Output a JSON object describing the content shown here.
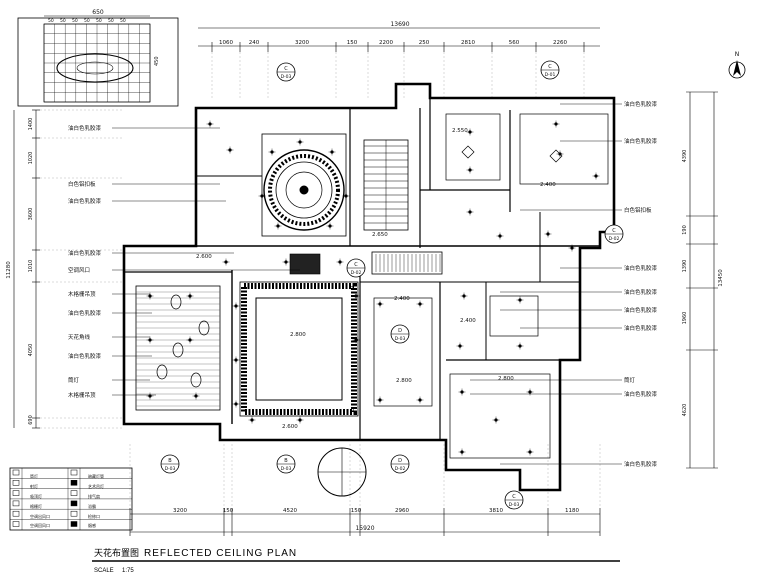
{
  "drawing": {
    "title_cn": "天花布置图",
    "title_en": "REFLECTED CEILING PLAN",
    "scale_label": "SCALE",
    "scale_value": "1:75",
    "north": "N"
  },
  "dimensions": {
    "top_total": "13690",
    "top_segments": [
      "1060",
      "240",
      "3200",
      "150",
      "2200",
      "250",
      "2810",
      "560",
      "2260"
    ],
    "bottom_total": "15920",
    "bottom_segments": [
      "3200",
      "150",
      "4520",
      "150",
      "2960",
      "3810",
      "1180"
    ],
    "left_total": "11280",
    "left_segments": [
      "1400",
      "1020",
      "3600",
      "1010",
      "4050",
      "690"
    ],
    "right_total": "13450",
    "right_segments": [
      "4390",
      "190",
      "1390",
      "1960",
      "4620"
    ]
  },
  "keyplan": {
    "width_label": "650",
    "height_label": "450",
    "grid_labels": [
      "50",
      "50",
      "50",
      "50",
      "50",
      "50",
      "50"
    ]
  },
  "left_notes": [
    "油白色乳胶漆",
    "白色铝扣板",
    "油白色乳胶漆",
    "油白色乳胶漆",
    "空调风口",
    "木格栅吊顶",
    "油白色乳胶漆",
    "天花角线",
    "油白色乳胶漆",
    "筒灯",
    "木格栅吊顶"
  ],
  "right_notes": [
    "油白色乳胶漆",
    "油白色乳胶漆",
    "白色铝扣板",
    "油白色乳胶漆",
    "油白色乳胶漆",
    "油白色乳胶漆",
    "油白色乳胶漆",
    "筒灯",
    "油白色乳胶漆",
    "油白色乳胶漆"
  ],
  "heights": [
    "2.550",
    "2.650",
    "2.400",
    "2.600",
    "2.400",
    "2.800",
    "2.400",
    "2.800",
    "2.600",
    "2.800"
  ],
  "callouts": [
    {
      "top": "C",
      "bottom": "D-03"
    },
    {
      "top": "C",
      "bottom": "D-01"
    },
    {
      "top": "C",
      "bottom": "D-02"
    },
    {
      "top": "D",
      "bottom": "D-03"
    },
    {
      "top": "B",
      "bottom": "D-03"
    },
    {
      "top": "B",
      "bottom": "D-03"
    },
    {
      "top": "D",
      "bottom": "D-02"
    },
    {
      "top": "C",
      "bottom": "D-03"
    },
    {
      "top": "C",
      "bottom": "D-02"
    }
  ],
  "legend": {
    "rows": [
      {
        "symbol": "筒灯",
        "desc": "暗藏灯管"
      },
      {
        "symbol": "射灯",
        "desc": "艺术吊灯"
      },
      {
        "symbol": "吸顶灯",
        "desc": "排气扇"
      },
      {
        "symbol": "格栅灯",
        "desc": "浴霸"
      },
      {
        "symbol": "空调出风口",
        "desc": "检修口"
      },
      {
        "symbol": "空调回风口",
        "desc": "烟感"
      }
    ]
  }
}
